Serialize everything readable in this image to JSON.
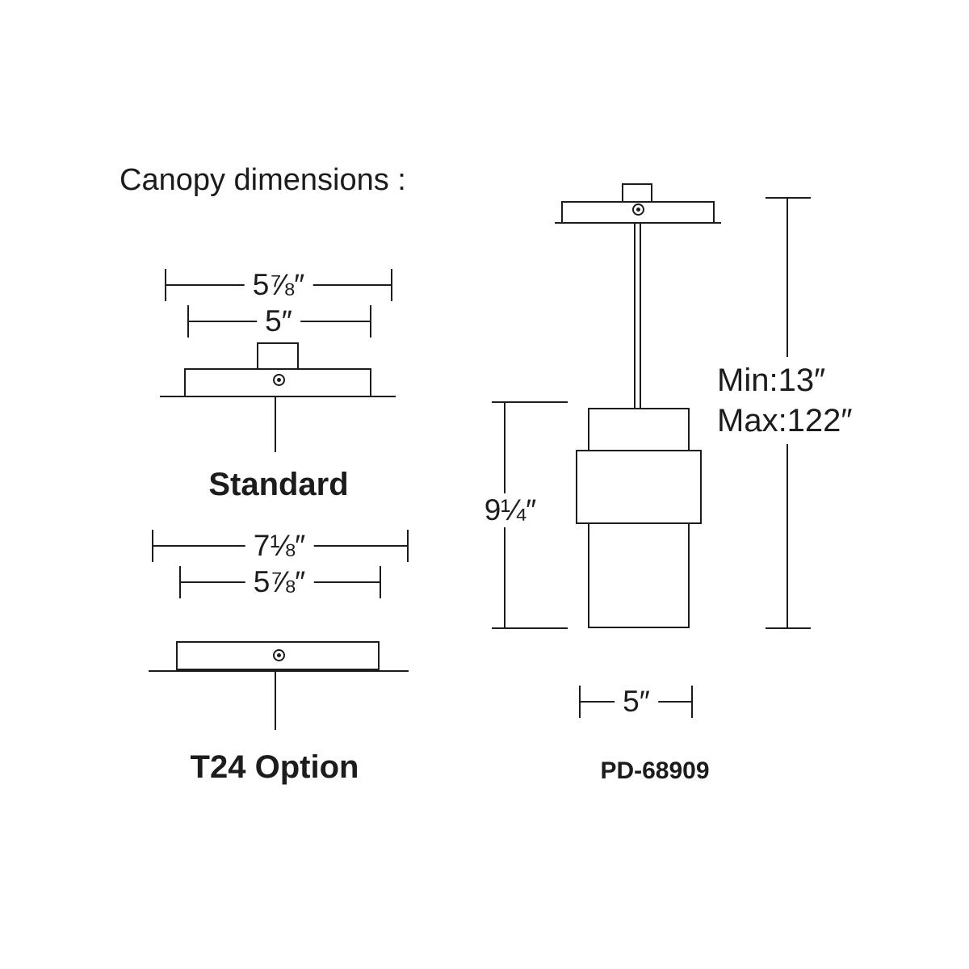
{
  "title": "Canopy dimensions :",
  "standard": {
    "label": "Standard",
    "outer_width": "5⅞″",
    "inner_width": "5″"
  },
  "t24": {
    "label": "T24 Option",
    "outer_width": "7⅛″",
    "inner_width": "5⅞″"
  },
  "pendant": {
    "model": "PD-68909",
    "body_height": "9¼″",
    "suspension_min": "Min:13″",
    "suspension_max": "Max:122″",
    "body_width": "5″"
  }
}
